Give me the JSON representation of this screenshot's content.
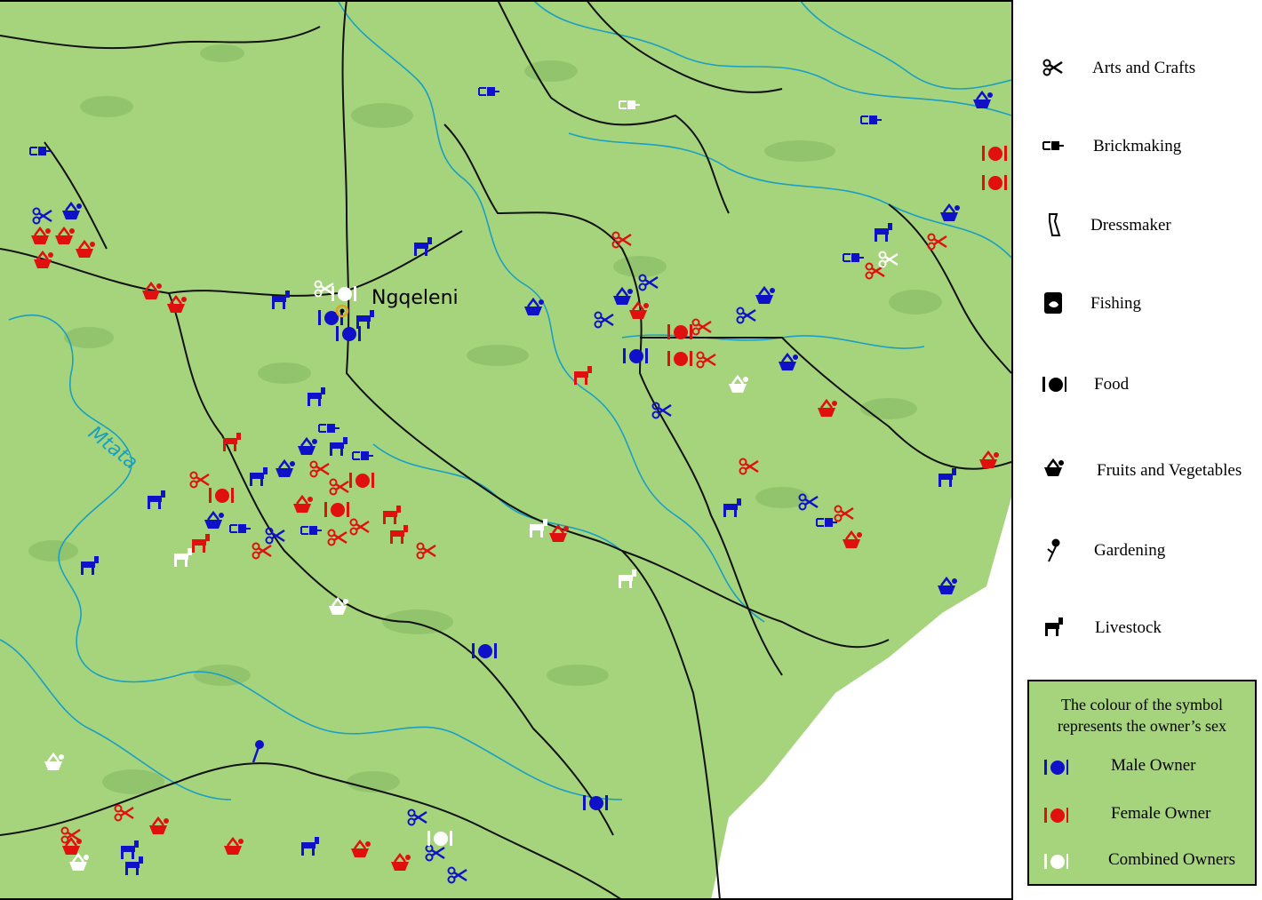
{
  "map": {
    "town": "Ngqeleni",
    "river": "Mtata"
  },
  "legend": {
    "items": [
      {
        "label": "Arts and Crafts",
        "icon": "scissors-icon"
      },
      {
        "label": "Brickmaking",
        "icon": "brick-press-icon"
      },
      {
        "label": "Dressmaker",
        "icon": "dress-icon"
      },
      {
        "label": "Fishing",
        "icon": "fish-icon"
      },
      {
        "label": "Food",
        "icon": "food-plate-icon"
      },
      {
        "label": "Fruits and Vegetables",
        "icon": "basket-icon"
      },
      {
        "label": "Gardening",
        "icon": "flower-icon"
      },
      {
        "label": "Livestock",
        "icon": "goat-icon"
      }
    ],
    "sex_note": "The colour of the symbol represents the owner’s sex",
    "sex": [
      {
        "label": "Male Owner",
        "color": "#1010c8"
      },
      {
        "label": "Female Owner",
        "color": "#e01010"
      },
      {
        "label": "Combined Owners",
        "color": "#ffffff"
      }
    ]
  },
  "colors": {
    "land": "#a6d47c",
    "patch": "#8fc06a",
    "river": "#1a9fc2",
    "road": "#111111",
    "male": "#1010c8",
    "female": "#e01010",
    "combined": "#ffffff"
  }
}
